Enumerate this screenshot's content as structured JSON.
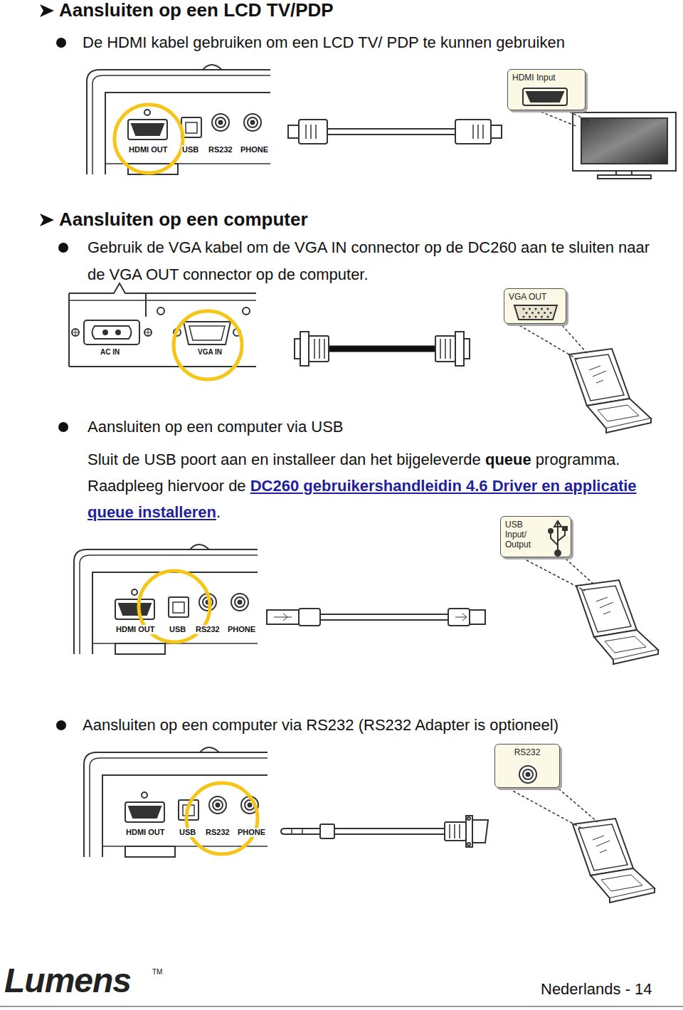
{
  "diagram": {
    "nodes": [
      {
        "text": [
          "HDMI Input"
        ]
      },
      {
        "text": [
          "VGA OUT"
        ]
      },
      {
        "text": [
          "USB Input/ Output"
        ]
      },
      {
        "text": [
          "RS232"
        ]
      }
    ],
    "labels": [
      "Aansluiten op een LCD TV/PDP",
      "De HDMI kabel gebruiken om een LCD TV/ PDP te kunnen gebruiken",
      "HDMI OUT",
      "USB",
      "RS232",
      "PHONE",
      "Aansluiten op een computer",
      "Gebruik de VGA kabel om de VGA IN connector op de DC260 aan te sluiten naar de VGA OUT connector op de computer.",
      "AC IN",
      "VGA IN",
      "Aansluiten op een computer via USB",
      "Sluit de USB poort aan en installeer dan het bijgeleverde",
      "queue",
      "programma. Raadpleeg hiervoor de",
      "DC260 gebruikershandleidin 4.6 Driver en applicatie queue installeren",
      ".",
      "HDMI OUT",
      "USB",
      "RS232",
      "PHONE",
      "Aansluiten op een computer via RS232 (RS232 Adapter is optioneel)",
      "HDMI OUT",
      "USB",
      "RS232",
      "PHONE",
      "Lumens",
      "TM",
      "Nederlands - 14"
    ]
  }
}
